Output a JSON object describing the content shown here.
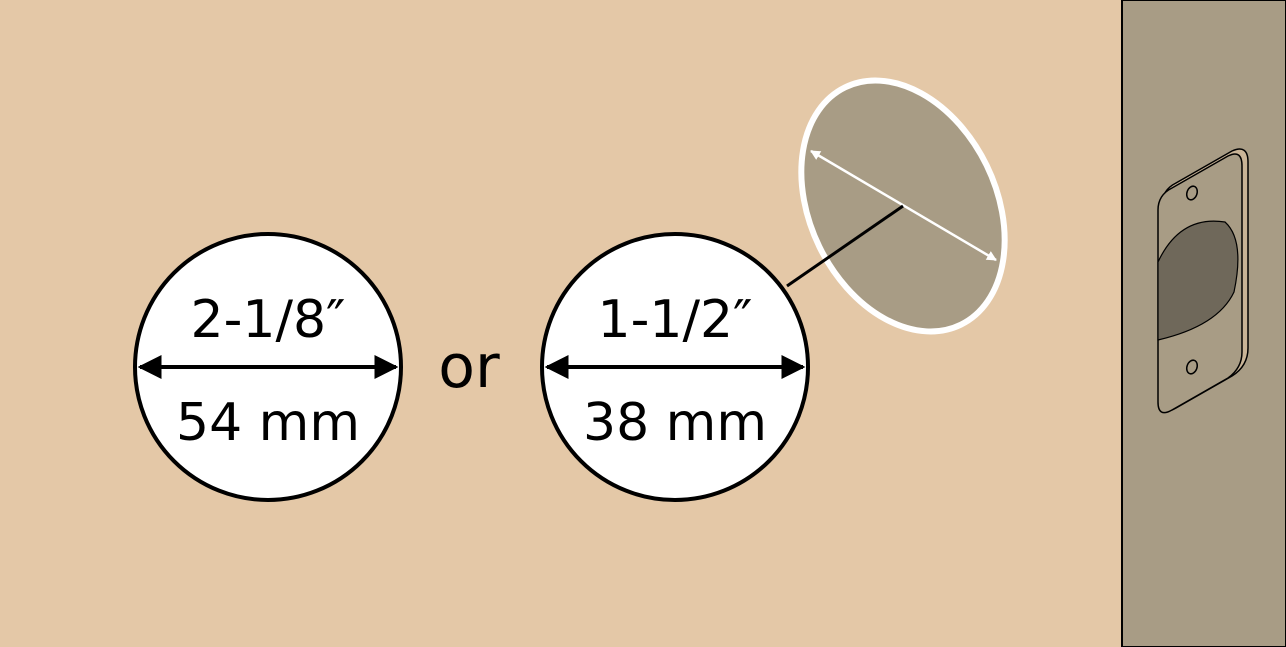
{
  "colors": {
    "door_face": "#e4c8a7",
    "door_edge": "#a89c85",
    "hole": "#a89c85",
    "backset_hole": "#6f685a",
    "faceplate": "#b3a78e",
    "circle_fill": "#ffffff",
    "outline": "#000000"
  },
  "callouts": [
    {
      "imperial": "2-1/8″",
      "metric": "54 mm"
    },
    {
      "imperial": "1-1/2″",
      "metric": "38 mm"
    }
  ],
  "separator": "or",
  "icons": {
    "dimension_arrow": "double-headed-arrow-icon",
    "bore_hole": "bore-hole-icon",
    "latch_plate": "latch-faceplate-icon"
  }
}
